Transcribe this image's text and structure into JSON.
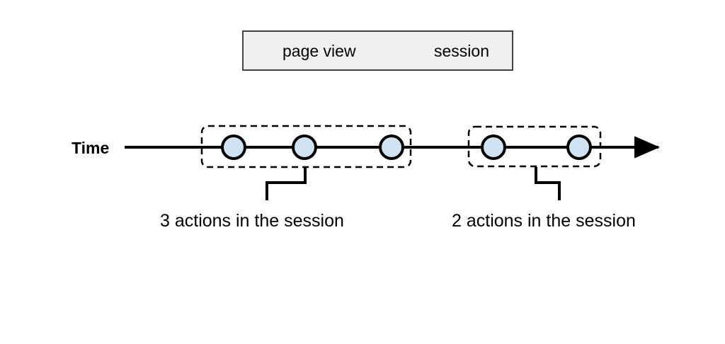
{
  "diagram": {
    "type": "timeline-sessionization",
    "background_color": "#ffffff",
    "legend": {
      "box_fill": "#f0f0f0",
      "box_stroke": "#444444",
      "items": [
        {
          "symbol": "circle",
          "label": "page view",
          "fill": "#cfe3f2",
          "stroke": "#000000"
        },
        {
          "symbol": "dashed-rounded-square",
          "label": "session",
          "fill": "#f0f0f0",
          "stroke": "#000000"
        }
      ]
    },
    "axis": {
      "label": "Time",
      "color": "#000000",
      "arrow_head": "right"
    },
    "marker_fill": "#cfe3f2",
    "marker_stroke": "#000000",
    "session_stroke": "#000000",
    "sessions": [
      {
        "id": "session-1",
        "action_count": 3,
        "caption": "3 actions in the session",
        "page_views": [
          "page-view-1",
          "page-view-2",
          "page-view-3"
        ]
      },
      {
        "id": "session-2",
        "action_count": 2,
        "caption": "2 actions in the session",
        "page_views": [
          "page-view-4",
          "page-view-5"
        ]
      }
    ]
  }
}
